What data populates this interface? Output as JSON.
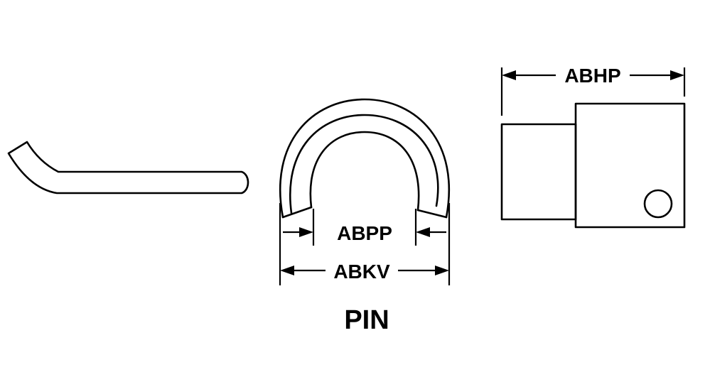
{
  "dimensions": {
    "abpp": "ABPP",
    "abkv": "ABKV",
    "abhp": "ABHP"
  },
  "title": "PIN"
}
